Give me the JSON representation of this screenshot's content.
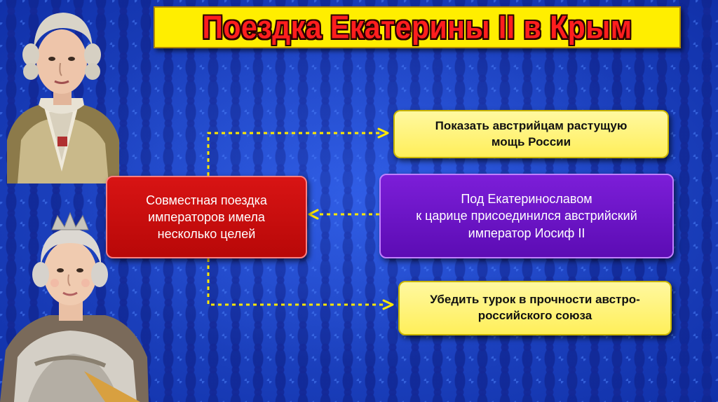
{
  "title": "Поездка Екатерины II в Крым",
  "central": {
    "line1": "Совместная поездка",
    "line2": "императоров имела",
    "line3": "несколько целей"
  },
  "purple": {
    "line1": "Под Екатеринославом",
    "line2": "к царице присоединился австрийский",
    "line3": "император Иосиф II"
  },
  "goal_top": {
    "line1": "Показать австрийцам растущую",
    "line2": "мощь России"
  },
  "goal_bottom": {
    "line1": "Убедить турок в прочности австро-",
    "line2": "российского союза"
  },
  "colors": {
    "background": "#1838b8",
    "title_bar": "#ffee00",
    "title_text": "#ff1e1e",
    "central_box": "#c80e0e",
    "purple_box": "#6c14c8",
    "goal_box": "#fff37a",
    "arrow": "#ffe800"
  },
  "images": [
    "portrait-joseph-ii",
    "portrait-catherine-ii"
  ]
}
